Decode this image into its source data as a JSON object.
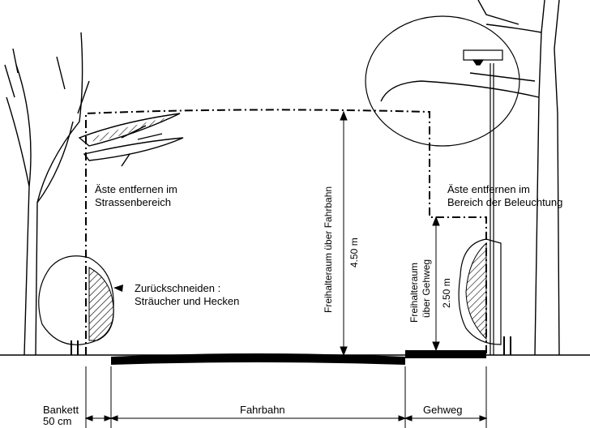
{
  "labels": {
    "left_branches": [
      "Äste entfernen im",
      "Strassenbereich"
    ],
    "right_branches": [
      "Äste entfernen im",
      "Bereich der Beleuchtung"
    ],
    "prune": [
      "Zurückschneiden :",
      "Sträucher und Hecken"
    ],
    "road_clearance_title": "Freihalteraum über Fahrbahn",
    "road_clearance_value": "4.50 m",
    "walk_clearance_title_1": "Freihalteraum",
    "walk_clearance_title_2": "über Gehweg",
    "walk_clearance_value": "2.50 m"
  },
  "dimensions": {
    "bankett_1": "Bankett",
    "bankett_2": "50 cm",
    "fahrbahn": "Fahrbahn",
    "gehweg": "Gehweg"
  },
  "colors": {
    "line": "#000000",
    "background": "#ffffff"
  }
}
